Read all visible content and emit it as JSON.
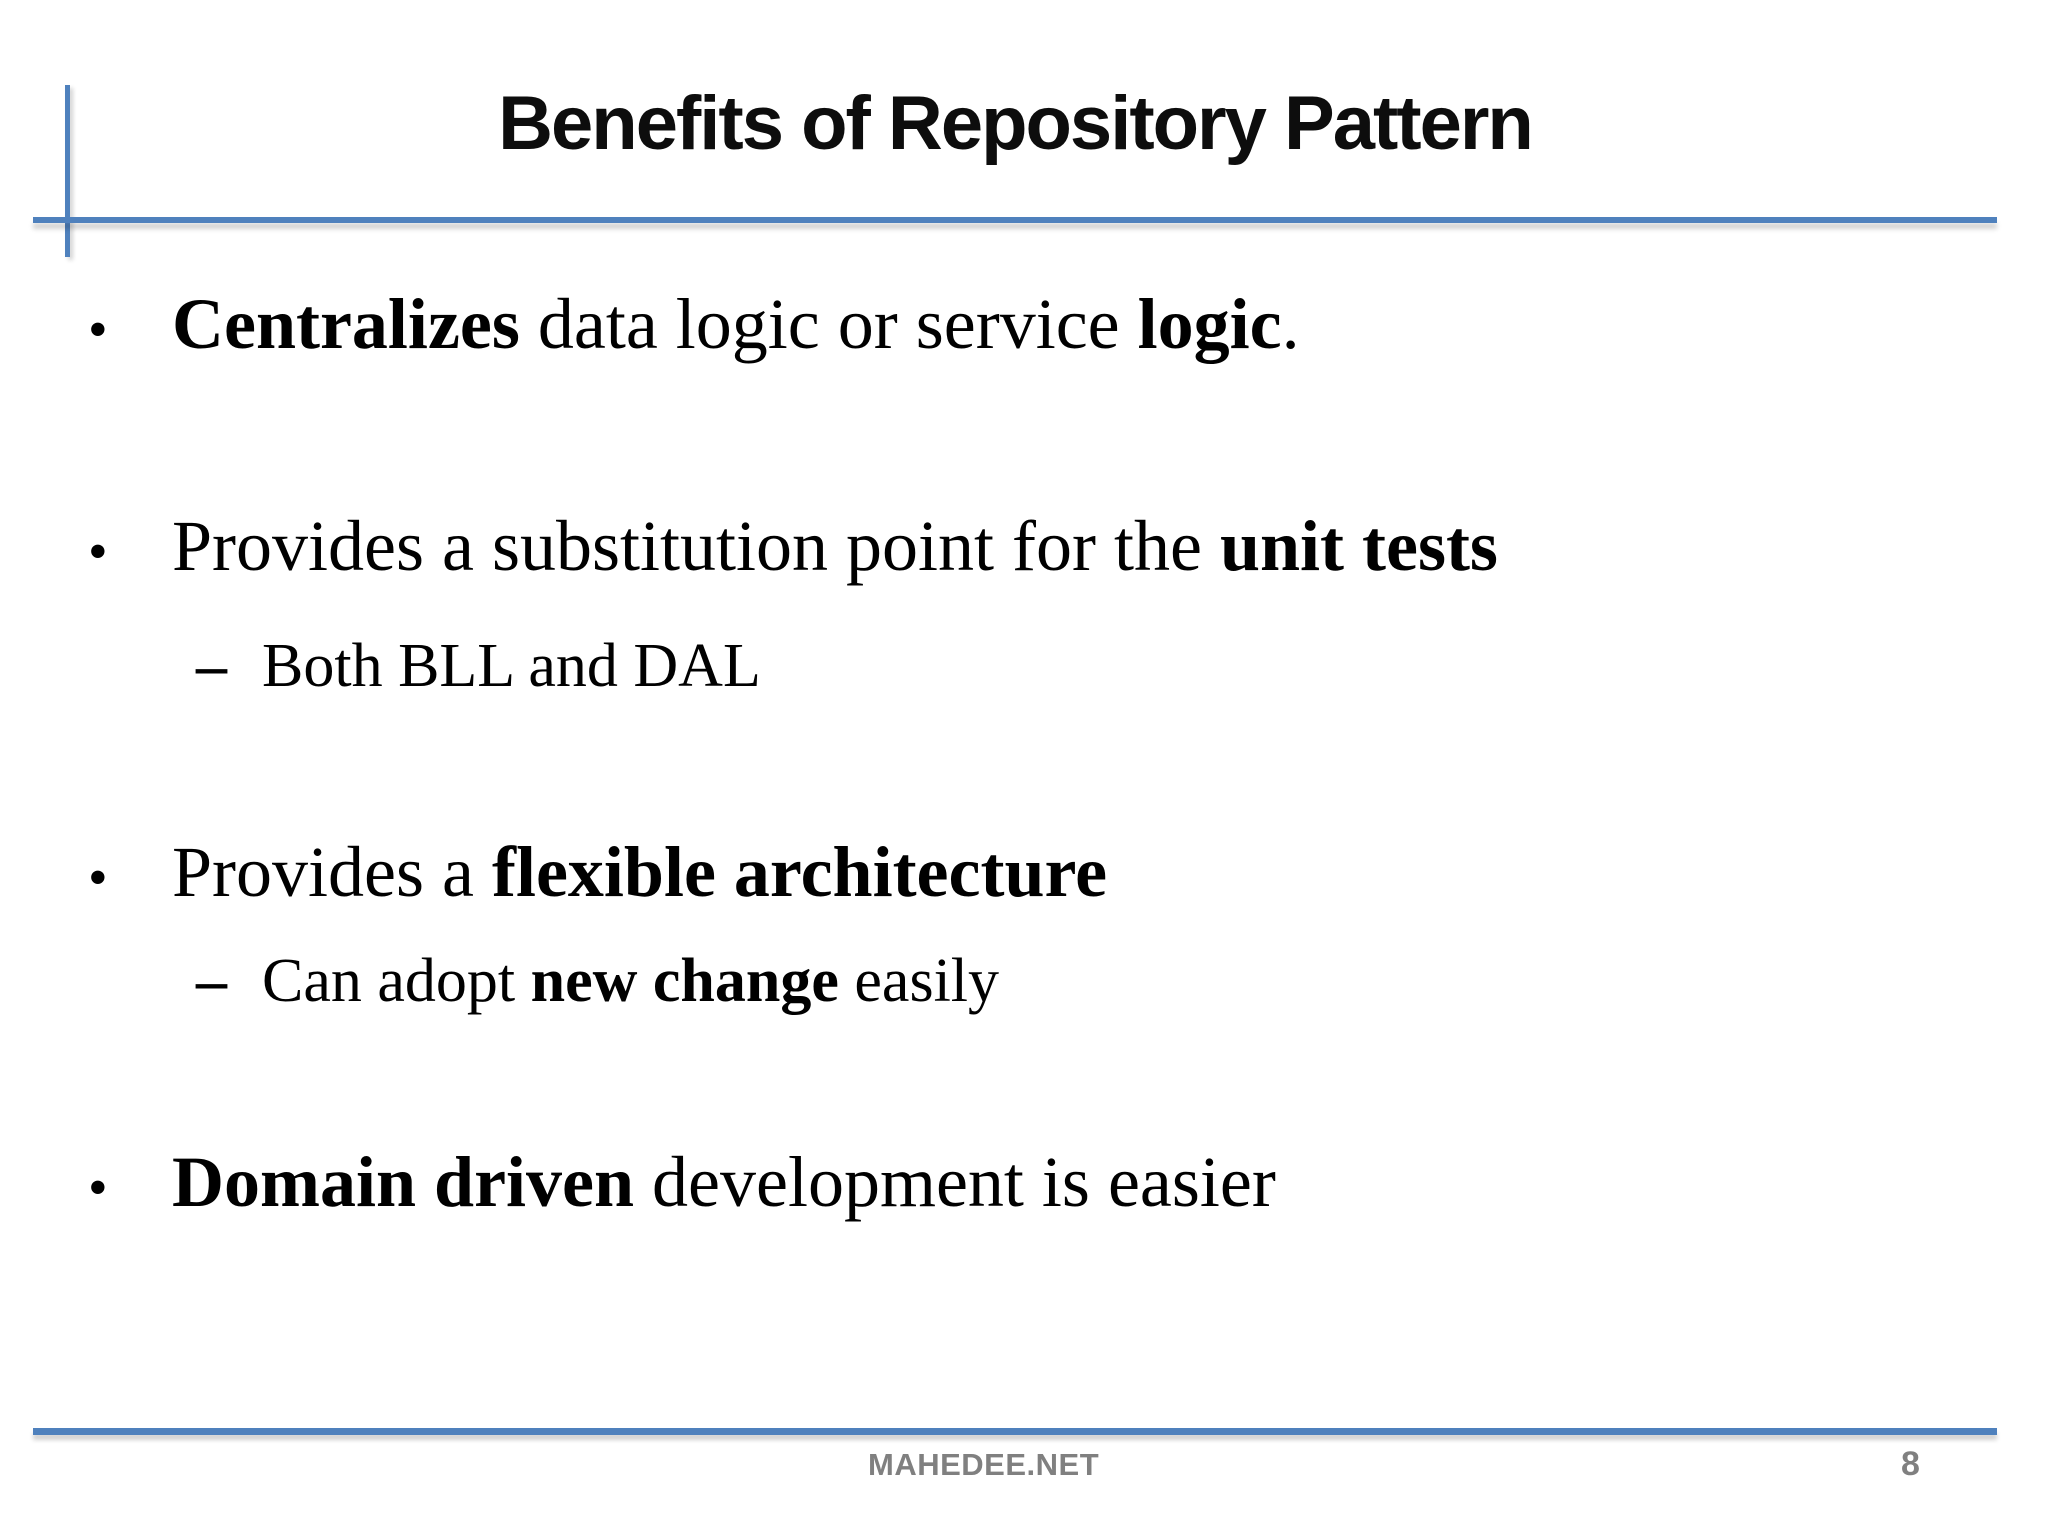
{
  "slide": {
    "title": "Benefits of Repository Pattern",
    "accent_color": "#4f81bd",
    "footer": "MAHEDEE.NET",
    "page_number": "8",
    "markers": {
      "bullet_char": "•",
      "dash_char": "–"
    },
    "bullets": [
      {
        "level": 1,
        "runs": [
          {
            "t": "Centralizes",
            "bold": true
          },
          {
            "t": " data logic or service ",
            "bold": false
          },
          {
            "t": "logic",
            "bold": true
          },
          {
            "t": ".",
            "bold": false
          }
        ]
      },
      {
        "level": 1,
        "runs": [
          {
            "t": "Provides a substitution point for the ",
            "bold": false
          },
          {
            "t": "unit tests",
            "bold": true
          }
        ]
      },
      {
        "level": 2,
        "runs": [
          {
            "t": "Both BLL and DAL",
            "bold": false
          }
        ]
      },
      {
        "level": 1,
        "runs": [
          {
            "t": "Provides a ",
            "bold": false
          },
          {
            "t": "flexible architecture",
            "bold": true
          }
        ]
      },
      {
        "level": 2,
        "runs": [
          {
            "t": "Can adopt ",
            "bold": false
          },
          {
            "t": "new change",
            "bold": true
          },
          {
            "t": " easily",
            "bold": false
          }
        ]
      },
      {
        "level": 1,
        "runs": [
          {
            "t": "Domain driven",
            "bold": true
          },
          {
            "t": " development is easier",
            "bold": false
          }
        ]
      }
    ]
  }
}
